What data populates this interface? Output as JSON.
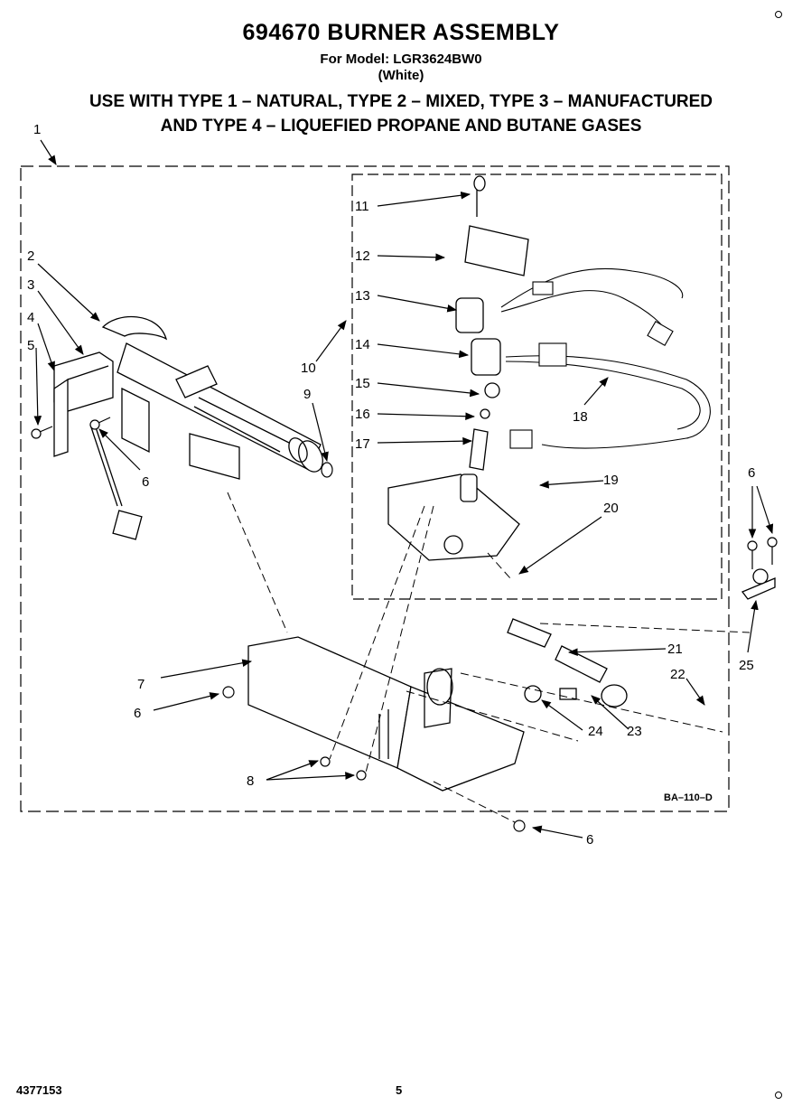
{
  "header": {
    "title": "694670 BURNER ASSEMBLY",
    "model_line": "For Model: LGR3624BW0",
    "color_line": "(White)",
    "gas_line_1": "USE WITH TYPE 1 – NATURAL, TYPE 2 – MIXED, TYPE 3 – MANUFACTURED",
    "gas_line_2": "AND TYPE 4 – LIQUEFIED PROPANE AND BUTANE GASES"
  },
  "callouts": {
    "c1": "1",
    "c2": "2",
    "c3": "3",
    "c4": "4",
    "c5": "5",
    "c6a": "6",
    "c6b": "6",
    "c6c": "6",
    "c6d": "6",
    "c7": "7",
    "c8": "8",
    "c9": "9",
    "c10": "10",
    "c11": "11",
    "c12": "12",
    "c13": "13",
    "c14": "14",
    "c15": "15",
    "c16": "16",
    "c17": "17",
    "c18": "18",
    "c19": "19",
    "c20": "20",
    "c21": "21",
    "c22": "22",
    "c23": "23",
    "c24": "24",
    "c25": "25"
  },
  "diagram_code": "BA–110–D",
  "footer": {
    "doc_number": "4377153",
    "page_number": "5"
  }
}
